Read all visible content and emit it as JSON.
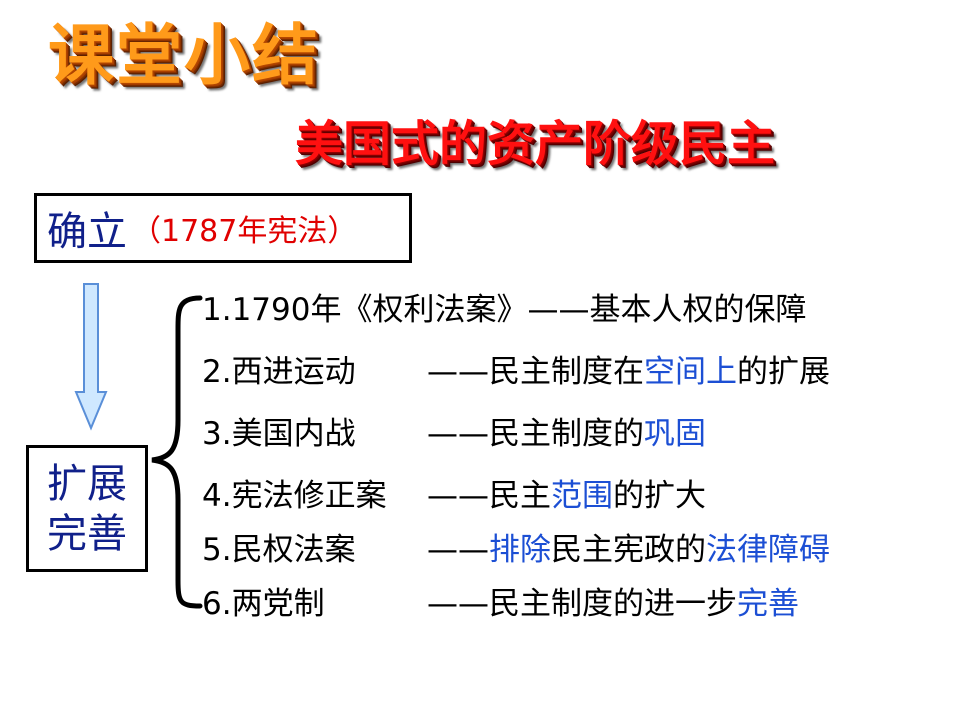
{
  "title": "课堂小结",
  "subtitle": "美国式的资产阶级民主",
  "box_establish": {
    "main": "确立",
    "note": "（1787年宪法）"
  },
  "box_expand": {
    "line1": "扩展",
    "line2": "完善"
  },
  "items": [
    {
      "label": "1.1790年《权利法案》",
      "dash": "——",
      "parts": [
        "基本人权的保障",
        "",
        "",
        "",
        ""
      ]
    },
    {
      "label": "2.西进运动",
      "dash": "——",
      "parts": [
        "民主制度在",
        "空间上",
        "的扩展",
        "",
        ""
      ]
    },
    {
      "label": "3.美国内战",
      "dash": "——",
      "parts": [
        "民主制度的",
        "巩固",
        "",
        "",
        ""
      ]
    },
    {
      "label": "4.宪法修正案",
      "dash": "——",
      "parts": [
        "民主",
        "范围",
        "的扩大",
        "",
        ""
      ]
    },
    {
      "label": "5.民权法案",
      "dash": "——",
      "parts": [
        "",
        "排除",
        "民主宪政的",
        "法律障碍",
        ""
      ]
    },
    {
      "label": "6.两党制",
      "dash": "——",
      "parts": [
        "民主制度的进一步",
        "完善",
        "",
        "",
        ""
      ]
    }
  ],
  "colors": {
    "title": "#ff9a1a",
    "subtitle": "#ff1010",
    "box_text": "#10208a",
    "note": "#e00000",
    "highlight": "#1c4fd4"
  }
}
